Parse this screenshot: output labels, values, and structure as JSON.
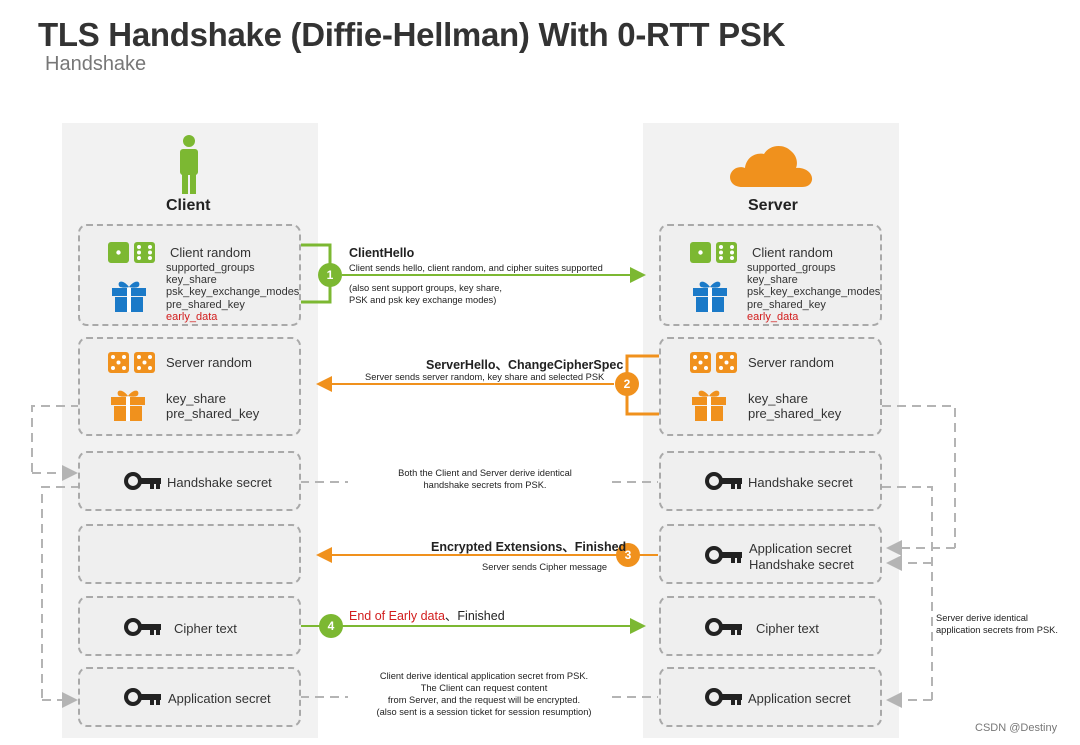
{
  "title": "TLS Handshake (Diffie-Hellman) With 0-RTT PSK",
  "subtitle": "Handshake",
  "client": {
    "heading": "Client",
    "box1": {
      "label": "Client random",
      "fields": [
        "supported_groups",
        "key_share",
        "psk_key_exchange_modes",
        "pre_shared_key"
      ],
      "early": "early_data"
    },
    "box2": {
      "label": "Server random",
      "fields": [
        "key_share",
        "pre_shared_key"
      ]
    },
    "box3": {
      "label": "Handshake secret"
    },
    "box5": {
      "label": "Cipher text"
    },
    "box6": {
      "label": "Application secret"
    }
  },
  "server": {
    "heading": "Server",
    "box1": {
      "label": "Client random",
      "fields": [
        "supported_groups",
        "key_share",
        "psk_key_exchange_modes",
        "pre_shared_key"
      ],
      "early": "early_data"
    },
    "box2": {
      "label": "Server random",
      "fields": [
        "key_share",
        "pre_shared_key"
      ]
    },
    "box3": {
      "label": "Handshake secret"
    },
    "box4": {
      "label1": "Application secret",
      "label2": "Handshake secret"
    },
    "box5": {
      "label": "Cipher text"
    },
    "box6": {
      "label": "Application secret"
    }
  },
  "messages": {
    "m1": {
      "num": "1",
      "title": "ClientHello",
      "line1": "Client sends hello, client random, and cipher suites supported",
      "line2": "(also sent support groups, key share,",
      "line3": "PSK and psk key exchange modes)"
    },
    "m2": {
      "num": "2",
      "title": "ServerHello、ChangeCipherSpec",
      "line1": "Server sends server random, key share and selected PSK"
    },
    "hs_note": {
      "line1": "Both the Client and Server derive identical",
      "line2": "handshake secrets from PSK."
    },
    "m3": {
      "num": "3",
      "title": "Encrypted Extensions、Finished",
      "line1": "Server sends Cipher message"
    },
    "m4": {
      "num": "4",
      "title_red": "End of Early data",
      "title_rest": "、Finished"
    },
    "app_note": {
      "line1": "Client derive identical application secret from PSK.",
      "line2": "The Client can request content",
      "line3": "from Server, and the request will be encrypted.",
      "line4": "(also sent is a session ticket for session resumption)"
    },
    "server_note": {
      "line1": "Server derive identical",
      "line2": "application secrets from PSK."
    }
  },
  "watermark": "CSDN @Destiny",
  "colors": {
    "green": "#7cb832",
    "orange": "#f0911d",
    "blue": "#1b7ac8",
    "red": "#d21d1d",
    "gray_dash": "#a9a9a9"
  }
}
